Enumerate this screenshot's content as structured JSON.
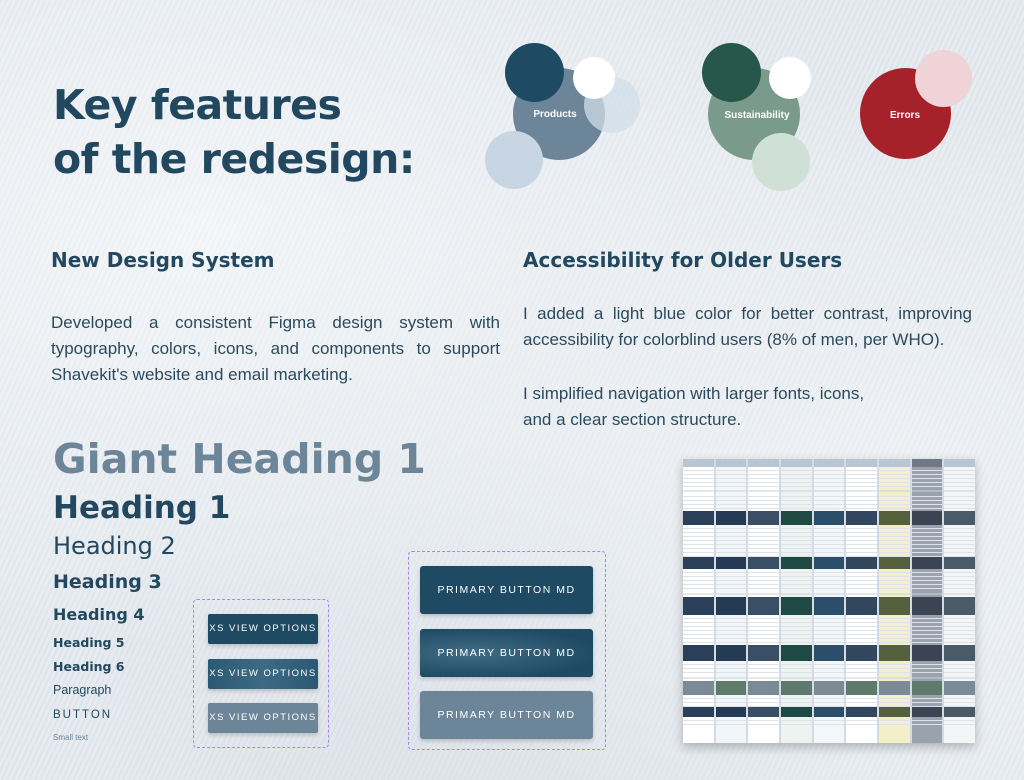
{
  "title_lines": [
    "Key features",
    "of the redesign:"
  ],
  "color_groups": [
    {
      "label": "Products"
    },
    {
      "label": "Sustainability"
    },
    {
      "label": "Errors"
    }
  ],
  "colors": {
    "primary_dark": "#1f4a63",
    "primary_mid": "#6c8599",
    "primary_light": "#c7d6e2",
    "green_dark": "#27564a",
    "green_mid": "#7a9b8c",
    "green_light": "#cfe0d7",
    "error": "#a5222a",
    "error_light": "#efd3d6"
  },
  "sections": {
    "design_system": {
      "heading": "New Design System",
      "text": "Developed a consistent Figma design system with typography, colors, icons, and components to support Shavekit's website and email marketing."
    },
    "accessibility": {
      "heading": "Accessibility for Older Users",
      "paragraph1": "I added a light blue color for better contrast, improving accessibility for colorblind users (8% of men, per WHO).",
      "paragraph2_line1": "I simplified navigation with larger fonts, icons,",
      "paragraph2_line2": "and a clear section structure."
    }
  },
  "typography": {
    "giant_heading": "Giant Heading 1",
    "h1": "Heading 1",
    "h2": "Heading 2",
    "h3": "Heading 3",
    "h4": "Heading 4",
    "h5": "Heading 5",
    "h6": "Heading 6",
    "paragraph": "Paragraph",
    "button": "BUTTON",
    "small_text": "Small text"
  },
  "buttons": {
    "xs": [
      "XS VIEW OPTIONS",
      "XS VIEW OPTIONS",
      "XS VIEW OPTIONS"
    ],
    "md": [
      "PRIMARY BUTTON MD",
      "PRIMARY BUTTON MD",
      "PRIMARY BUTTON MD"
    ]
  }
}
